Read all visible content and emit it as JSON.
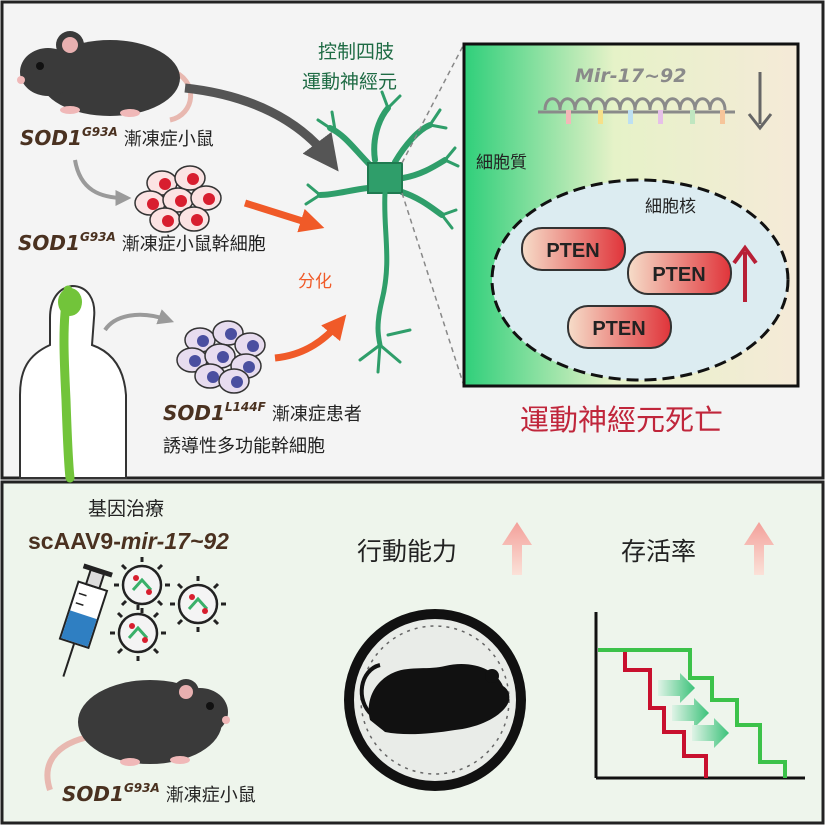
{
  "top": {
    "mouse_label": {
      "gene": "SOD1",
      "sup": "G93A",
      "text": "漸凍症小鼠"
    },
    "stemcell_label": {
      "gene": "SOD1",
      "sup": "G93A",
      "text": "漸凍症小鼠幹細胞"
    },
    "patient_label": {
      "gene": "SOD1",
      "sup": "L144F",
      "text": "漸凍症患者",
      "line2": "誘導性多功能幹細胞"
    },
    "neuron_title": {
      "line1": "控制四肢",
      "line2": "運動神經元"
    },
    "differentiate": "分化",
    "outcome": "運動神經元死亡",
    "inset": {
      "mir": "Mir-17~92",
      "cytoplasm": "細胞質",
      "nucleus": "細胞核",
      "pten": [
        "PTEN",
        "PTEN",
        "PTEN"
      ]
    }
  },
  "bottom": {
    "therapy": {
      "title": "基因治療",
      "name_prefix": "scAAV9-",
      "name_italic": "mir-17~92"
    },
    "mouse_label": {
      "gene": "SOD1",
      "sup": "G93A",
      "text": "漸凍症小鼠"
    },
    "motor": "行動能力",
    "survival": "存活率"
  },
  "colors": {
    "red_arrow": "#b81f36",
    "orange_arrow": "#f05a28",
    "grey_arrow": "#555555",
    "outcome_text": "#c0263b",
    "neuron": "#2f9e6a",
    "mouse": "#3a3a3a"
  }
}
